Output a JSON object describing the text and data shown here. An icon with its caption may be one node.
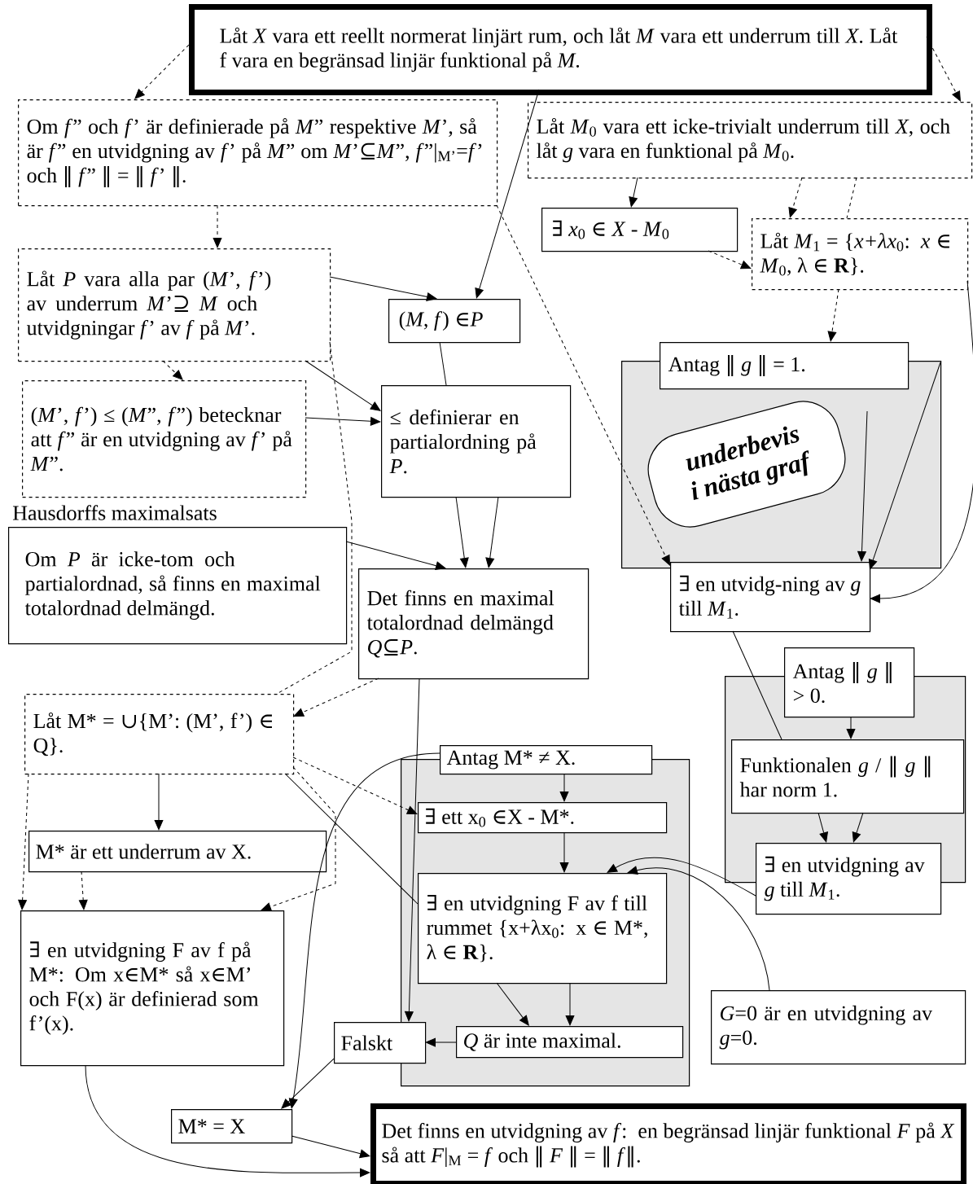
{
  "diagram": {
    "nodes": [
      {
        "text": [
          "Låt *X* vara ett reellt normerat linjärt rum, och låt *M* vara ett underrum till *X*. Låt f vara en begränsad linjär funktional på *M*."
        ]
      },
      {
        "text": [
          "Om *f*” och *f*’ är definierade på *M*” respektive *M*’, så är *f*” en utvidgning av *f*’ på *M*” om *M*’⊆*M*”, *f*”|$_{M’}$=*f*’ och ‖ *f*” ‖ = ‖ *f*’ ‖."
        ]
      },
      {
        "text": [
          "Låt *M*$_{0}$ vara ett icke-trivialt underrum till *X*, och låt *g* vara en funktional på *M*$_{0}$."
        ]
      },
      {
        "text": [
          "∃ *x*$_{0}$ ∈ *X* - *M*$_{0}$"
        ]
      },
      {
        "text": [
          "Låt *M*$_{1}$ = {*x+λx*$_{0}$: *x* ∈ *M*$_{0}$, λ ∈ **R**}."
        ]
      },
      {
        "text": [
          "Låt *P* vara alla par (*M*’, *f*’) av underrum *M*’⊇ *M* och utvidgningar *f*’ av *f* på *M*’."
        ]
      },
      {
        "text": [
          "(*M*, *f*) ∈*P*"
        ]
      },
      {
        "text": [
          "(*M*’, *f*’) ≤ (*M*”, *f*”) betecknar att *f*” är en utvidgning av *f*’ på *M*”."
        ]
      },
      {
        "text": [
          "≤ definierar en partialordning på *P*."
        ]
      },
      {
        "text": [],
        "shape": "box"
      },
      {
        "text": [
          "Antag ‖ *g* ‖ = 1."
        ]
      },
      {
        "text": [
          "underbevis i nästa graf"
        ],
        "in": 9
      },
      {
        "text": [
          "Hausdorffs maximalsats",
          "Om *P* är icke-tom och partialordnad, så finns en maximal totalordnad delmängd."
        ]
      },
      {
        "text": [
          "∃ en utvidg-ning av *g* till *M*$_{1}$."
        ]
      },
      {
        "text": [
          "Det finns en maximal totalordnad delmängd *Q*⊆*P*."
        ]
      },
      {
        "text": [],
        "shape": "box"
      },
      {
        "text": [
          "Antag ‖ *g* ‖ > 0."
        ]
      },
      {
        "text": [
          "Funktionalen *g* / ‖ *g* ‖ har norm 1."
        ],
        "in": 15
      },
      {
        "text": [
          "∃ en utvidgning av *g* till *M*$_{1}$."
        ]
      },
      {
        "text": [
          "Låt M* = ∪{M’: (M’, f’) ∈ Q}."
        ]
      },
      {
        "text": [],
        "shape": "box"
      },
      {
        "text": [
          "Antag M* ≠ X."
        ]
      },
      {
        "text": [
          "∃ ett x$_{0}$ ∈X - M*."
        ],
        "in": 20
      },
      {
        "text": [
          "M* är ett underrum av X."
        ]
      },
      {
        "text": [
          "∃ en utvidgning F av f till rummet {x+λx$_{0}$: x ∈ M*, λ ∈ **R**}."
        ],
        "in": 20
      },
      {
        "text": [
          "∃ en utvidgning F av f på M*: Om x∈M* så x∈M’ och F(x) är definierad som f’(x)."
        ]
      },
      {
        "text": [
          "*G*=0 är en utvidgning av *g*=0."
        ]
      },
      {
        "text": [
          "Falskt"
        ]
      },
      {
        "text": [
          "*Q* är inte maximal."
        ],
        "in": 20
      },
      {
        "text": [
          "M* = X"
        ]
      },
      {
        "text": [
          "Det finns en utvidgning av *f*: en begränsad linjär funktional *F* på *X* så att *F*|$_{M}$ = *f* och ‖ *F* ‖ = ‖ *f*‖."
        ]
      }
    ],
    "edges": [
      {
        "from": 0,
        "to": 1,
        "arrow": "to",
        "style": "dashed"
      },
      {
        "from": 0,
        "to": 2,
        "arrow": "to",
        "style": "dashed"
      },
      {
        "from": 0,
        "to": 6,
        "arrow": "to"
      },
      {
        "from": 1,
        "to": 5,
        "arrow": "to",
        "style": "dashed"
      },
      {
        "from": 1,
        "to": 13,
        "arrow": "to",
        "style": "dashed"
      },
      {
        "from": 5,
        "to": 6,
        "arrow": "to"
      },
      {
        "from": 5,
        "to": 7,
        "arrow": "to",
        "style": "dashed"
      },
      {
        "from": 5,
        "to": 8,
        "arrow": "to"
      },
      {
        "from": 7,
        "to": 8,
        "arrow": "to"
      },
      {
        "from": 5,
        "to": 19,
        "arrow": "none",
        "style": "dashed"
      },
      {
        "from": 6,
        "to": 8,
        "arrow": "none"
      },
      {
        "from": 8,
        "to": 14,
        "arrow": "to"
      },
      {
        "from": 8,
        "to": 14,
        "arrow": "to"
      },
      {
        "from": 12,
        "to": 14,
        "arrow": "to"
      },
      {
        "from": 2,
        "to": 3,
        "arrow": "to"
      },
      {
        "from": 2,
        "to": 4,
        "arrow": "to",
        "style": "dashed"
      },
      {
        "from": 2,
        "to": 4,
        "arrow": "none",
        "style": "dashed"
      },
      {
        "from": 3,
        "to": 4,
        "arrow": "to",
        "style": "dashed"
      },
      {
        "from": 4,
        "to": 10,
        "arrow": "to",
        "style": "dashed"
      },
      {
        "from": null,
        "to": 13,
        "arrow": "to"
      },
      {
        "from": 9,
        "to": 13,
        "arrow": "to"
      },
      {
        "from": 4,
        "to": 13,
        "arrow": "to"
      },
      {
        "from": 13,
        "to": 17,
        "arrow": "none"
      },
      {
        "from": 16,
        "to": 17,
        "arrow": "to"
      },
      {
        "from": 17,
        "to": 18,
        "arrow": "to"
      },
      {
        "from": 17,
        "to": 18,
        "arrow": "to"
      },
      {
        "from": 18,
        "to": 24,
        "arrow": "to"
      },
      {
        "from": 26,
        "to": 24,
        "arrow": "to"
      },
      {
        "from": 21,
        "to": 22,
        "arrow": "to"
      },
      {
        "from": 22,
        "to": 24,
        "arrow": "to"
      },
      {
        "from": 24,
        "to": 28,
        "arrow": "to"
      },
      {
        "from": 24,
        "to": 28,
        "arrow": "to"
      },
      {
        "from": 28,
        "to": 27,
        "arrow": "to"
      },
      {
        "from": 27,
        "to": 29,
        "arrow": "to"
      },
      {
        "from": 21,
        "to": 29,
        "arrow": "to"
      },
      {
        "from": 14,
        "to": 27,
        "arrow": "to"
      },
      {
        "from": 14,
        "to": 19,
        "arrow": "to",
        "style": "dashed"
      },
      {
        "from": 19,
        "to": 22,
        "arrow": "to",
        "style": "dashed"
      },
      {
        "from": 19,
        "to": 23,
        "arrow": "to"
      },
      {
        "from": 19,
        "to": 24,
        "arrow": "none"
      },
      {
        "from": 19,
        "to": 25,
        "arrow": "to",
        "style": "dashed"
      },
      {
        "from": 23,
        "to": 25,
        "arrow": "to",
        "style": "dashed"
      },
      {
        "from": 19,
        "to": 25,
        "arrow": "to",
        "style": "dashed"
      },
      {
        "from": 25,
        "to": 30,
        "arrow": "to"
      },
      {
        "from": 29,
        "to": 30,
        "arrow": "to"
      }
    ]
  }
}
